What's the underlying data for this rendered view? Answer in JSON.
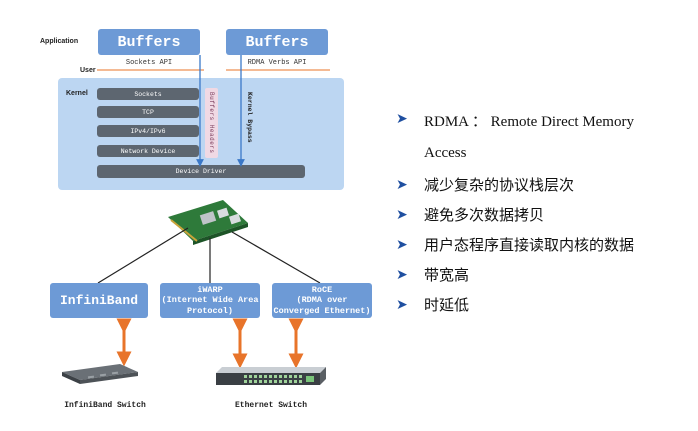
{
  "stack": {
    "application_label": "Application",
    "user_label": "User",
    "kernel_label": "Kernel",
    "buffers_left": "Buffers",
    "buffers_right": "Buffers",
    "sockets_api": "Sockets API",
    "rdma_verbs_api": "RDMA Verbs API",
    "layers": [
      "Sockets",
      "TCP",
      "IPv4/IPv6",
      "Network Device"
    ],
    "buffers_headers": "Buffers Headers",
    "kernel_bypass": "Kernel Bypass",
    "device_driver": "Device Driver"
  },
  "networks": {
    "infiniband": "InfiniBand",
    "iwarp_lines": [
      "iWARP",
      "(Internet Wide Area",
      "Protocol)"
    ],
    "roce_lines": [
      "RoCE",
      "(RDMA over",
      "Converged Ethernet)"
    ]
  },
  "switches": {
    "infiniband_switch": "InfiniBand Switch",
    "ethernet_switch": "Ethernet Switch"
  },
  "bullets": [
    {
      "line1": "RDMA  ：  Remote Direct Memory",
      "line2": "Access"
    },
    {
      "line1": "减少复杂的协议栈层次"
    },
    {
      "line1": "避免多次数据拷贝"
    },
    {
      "line1": "用户态程序直接读取内核的数据"
    },
    {
      "line1": "带宽高"
    },
    {
      "line1": "时延低"
    }
  ],
  "colors": {
    "box_blue": "#6d9ad6",
    "kernel_panel": "#bcd6f2",
    "stack_gray": "#5d6670",
    "arrow_orange": "#e8742a",
    "bullet_arrow": "#1f4fa0"
  }
}
